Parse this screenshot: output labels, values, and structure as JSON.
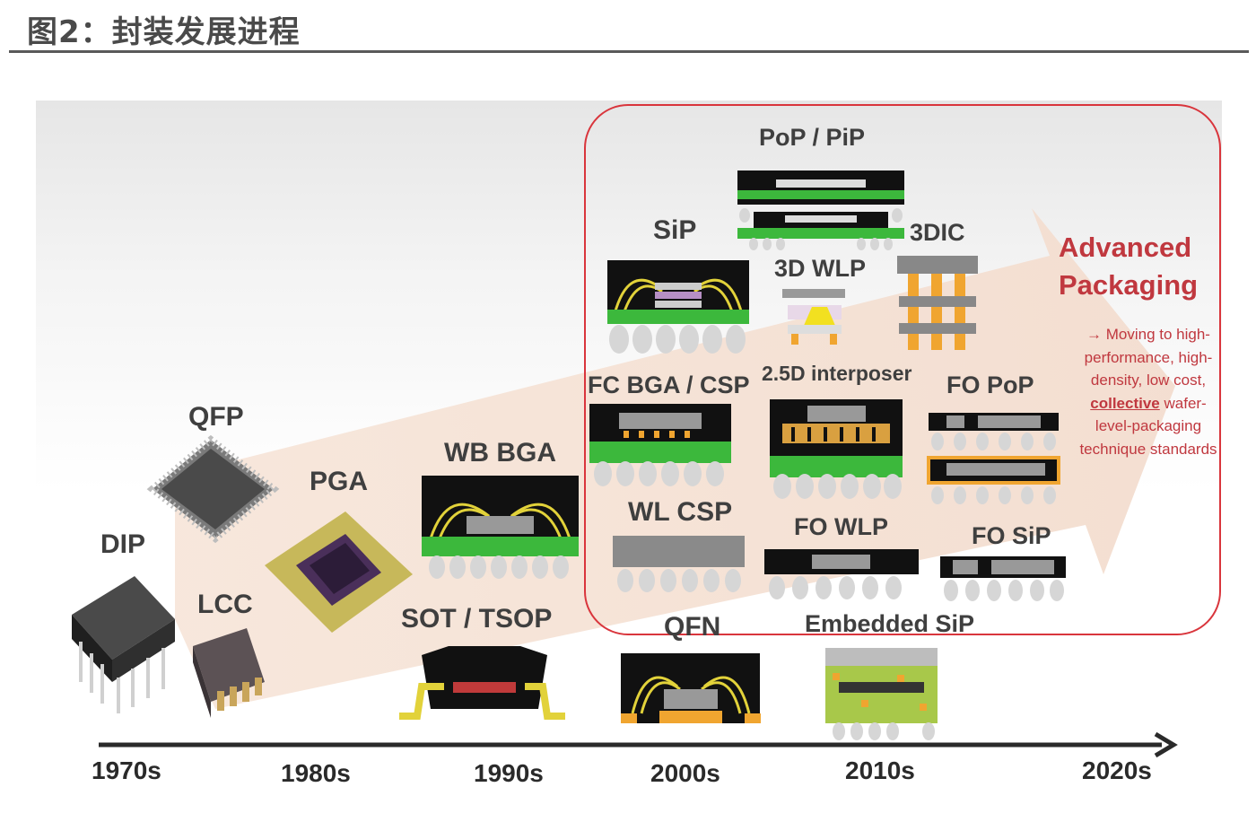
{
  "header": {
    "title": "图2：封装发展进程"
  },
  "colors": {
    "title_rule": "#5a5a5a",
    "advanced_accent": "#c0383f",
    "pcb_green": "#3cb83c",
    "bond_wire": "#e2d23a",
    "arrow_fill": "#f4ded0"
  },
  "packages": {
    "dip": "DIP",
    "lcc": "LCC",
    "qfp": "QFP",
    "pga": "PGA",
    "wb_bga": "WB BGA",
    "sot_tsop": "SOT / TSOP",
    "qfn": "QFN",
    "sip": "SiP",
    "pop_pip": "PoP / PiP",
    "wlp_3d": "3D WLP",
    "ic_3d": "3DIC",
    "fc_bga_csp": "FC BGA / CSP",
    "interposer_25d": "2.5D interposer",
    "fo_pop": "FO PoP",
    "wl_csp": "WL CSP",
    "fo_wlp": "FO WLP",
    "fo_sip": "FO SiP",
    "embedded_sip": "Embedded SiP"
  },
  "advanced": {
    "title_line1": "Advanced",
    "title_line2": "Packaging",
    "desc_prefix": "→ Moving to high-performance, high-density, low cost, ",
    "desc_emphasis": "collective",
    "desc_suffix": " wafer-level-packaging technique standards"
  },
  "timeline": [
    "1970s",
    "1980s",
    "1990s",
    "2000s",
    "2010s",
    "2020s"
  ]
}
